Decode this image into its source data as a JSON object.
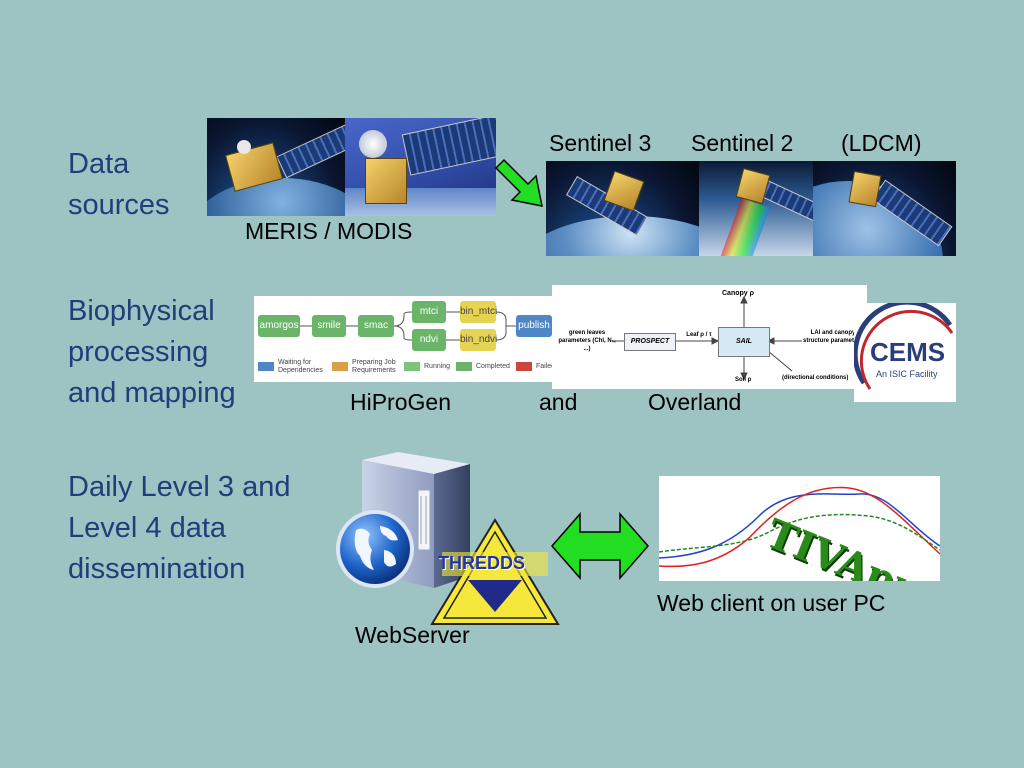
{
  "sections": {
    "data_sources": "Data\nsources",
    "biophysical": "Biophysical\nprocessing\nand mapping",
    "dissemination": "Daily Level 3 and\nLevel 4 data\ndissemination"
  },
  "captions": {
    "meris_modis": "MERIS / MODIS",
    "sentinel3": "Sentinel 3",
    "sentinel2": "Sentinel 2",
    "ldcm": "(LDCM)",
    "hiprogen": "HiProGen",
    "and": "and",
    "overland": "Overland",
    "webserver": "WebServer",
    "web_client": "Web client on user PC"
  },
  "workflow": {
    "nodes": [
      "amorgos",
      "smile",
      "smac",
      "mtci",
      "ndvi",
      "bin_mtci",
      "bin_ndvi",
      "publish"
    ],
    "legend": [
      "Waiting for Dependencies",
      "Preparing Job Requirements",
      "Running",
      "Completed",
      "Failed"
    ],
    "legend_colors": [
      "#4f86c6",
      "#d9a04a",
      "#7cc47c",
      "#6ab56a",
      "#c9473c"
    ]
  },
  "sail_diagram": {
    "canopy": "Canopy ρ",
    "green_leaves": "green leaves parameters (Chl, Nₛ, ...)",
    "prospect": "PROSPECT",
    "leaf": "Leaf ρ / τ",
    "sail": "SAIL",
    "lai": "LAI and canopy structure parameters",
    "soil": "Soil ρ",
    "directional": "(directional conditions)"
  },
  "logos": {
    "cems": "CEMS",
    "cems_sub": "An ISIC Facility",
    "thredds": "THREDDS",
    "tivapp": "TIVApp"
  },
  "colors": {
    "background": "#9dc3c3",
    "section_text": "#1f3f7a",
    "arrow_green": "#22dd22"
  }
}
